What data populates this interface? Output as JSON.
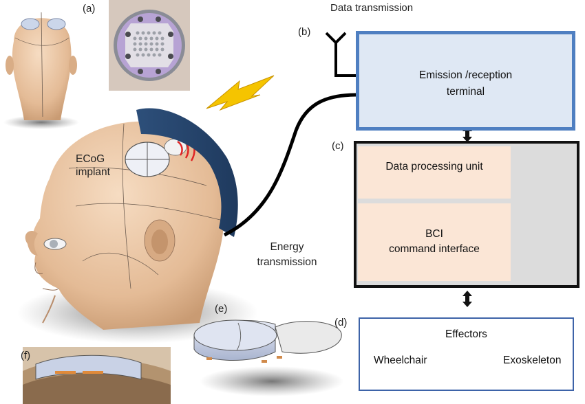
{
  "labels": {
    "panel_a": "(a)",
    "panel_b": "(b)",
    "panel_c": "(c)",
    "panel_d": "(d)",
    "panel_e": "(e)",
    "panel_f": "(f)",
    "data_transmission": "Data transmission",
    "energy_transmission_1": "Energy",
    "energy_transmission_2": "transmission",
    "ecog_1": "ECoG",
    "ecog_2": "implant"
  },
  "emission": {
    "line1": "Emission /reception",
    "line2": "terminal"
  },
  "processing": {
    "dpu": "Data processing unit",
    "bci_line1": "BCI",
    "bci_line2": "command interface"
  },
  "effectors": {
    "title": "Effectors",
    "item1": "Wheelchair",
    "item2": "Exoskeleton"
  },
  "colors": {
    "emit_fill": "#dfe8f4",
    "emit_border": "#4f7fc1",
    "peach": "#fbe6d6",
    "gray": "#dcdcdc",
    "lightning": "#f5c400"
  }
}
